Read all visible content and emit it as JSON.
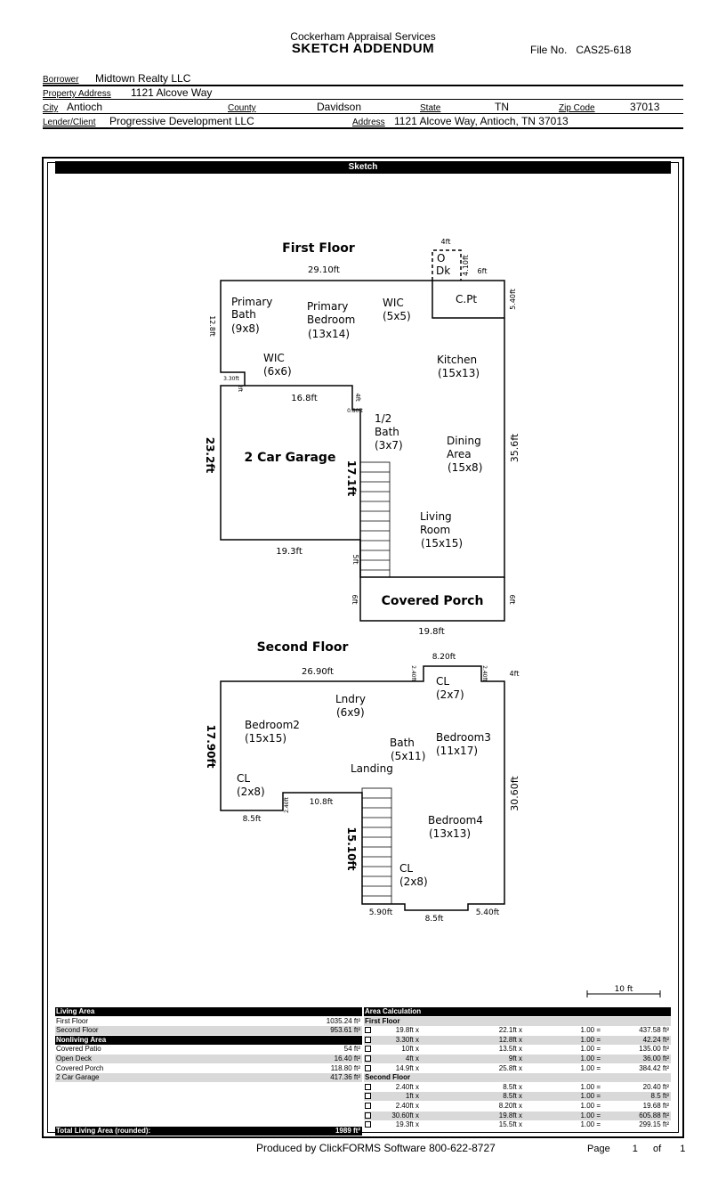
{
  "header": {
    "company": "Cockerham Appraisal Services",
    "title": "SKETCH ADDENDUM",
    "file_label": "File No.",
    "file_no": "CAS25-618"
  },
  "info": {
    "borrower_label": "Borrower",
    "borrower": "Midtown Realty LLC",
    "property_label": "Property Address",
    "property": "1121 Alcove Way",
    "city_label": "City",
    "city": "Antioch",
    "county_label": "County",
    "county": "Davidson",
    "state_label": "State",
    "state": "TN",
    "zip_label": "Zip Code",
    "zip": "37013",
    "lender_label": "Lender/Client",
    "lender": "Progressive Development LLC",
    "address_label": "Address",
    "address": "1121 Alcove Way, Antioch, TN 37013"
  },
  "sketch": {
    "bar_title": "Sketch",
    "first_floor_title": "First Floor",
    "second_floor_title": "Second Floor",
    "scale_label": "10 ft",
    "first_rooms": {
      "primary_bath": [
        "Primary",
        "Bath",
        "(9x8)"
      ],
      "primary_bedroom": [
        "Primary",
        "Bedroom",
        "(13x14)"
      ],
      "wic1": [
        "WIC",
        "(5x5)"
      ],
      "cpt": "C.Pt",
      "kitchen": [
        "Kitchen",
        "(15x13)"
      ],
      "wic2": [
        "WIC",
        "(6x6)"
      ],
      "half_bath": [
        "1/2",
        "Bath",
        "(3x7)"
      ],
      "dining": [
        "Dining",
        "Area",
        "(15x8)"
      ],
      "garage": "2 Car Garage",
      "living": [
        "Living",
        "Room",
        "(15x15)"
      ],
      "porch": "Covered Porch",
      "deck": [
        "O",
        "Dk"
      ]
    },
    "first_dims": {
      "top": "29.10ft",
      "deck_w": "4ft",
      "deck_h": "4.10ft",
      "cpt_w": "6ft",
      "cpt_h": "5.40ft",
      "left_upper": "12.8ft",
      "notch_w": "3.30ft",
      "notch_h": "2ft",
      "garage_top": "16.8ft",
      "step_h": "4ft",
      "step_w": "0.80ft",
      "left_garage": "23.2ft",
      "stair": "17.1ft",
      "right": "35.6ft",
      "garage_bottom": "19.3ft",
      "stair_low": "5ft",
      "porch_left": "6ft",
      "porch_right": "6ft",
      "porch_bottom": "19.8ft"
    },
    "second_rooms": {
      "lndry": [
        "Lndry",
        "(6x9)"
      ],
      "cl_top": [
        "CL",
        "(2x7)"
      ],
      "bedroom2": [
        "Bedroom2",
        "(15x15)"
      ],
      "bath": [
        "Bath",
        "(5x11)"
      ],
      "bedroom3": [
        "Bedroom3",
        "(11x17)"
      ],
      "landing": "Landing",
      "cl_left": [
        "CL",
        "(2x8)"
      ],
      "bedroom4": [
        "Bedroom4",
        "(13x13)"
      ],
      "cl_bottom": [
        "CL",
        "(2x8)"
      ]
    },
    "second_dims": {
      "top": "26.90ft",
      "bump_w": "8.20ft",
      "bump_l": "2.40ft",
      "bump_r": "2.40ft",
      "bump_r2": "4ft",
      "left": "17.90ft",
      "right": "30.60ft",
      "step_w": "8.5ft",
      "step_h": "2.40ft",
      "step_top": "10.8ft",
      "stair": "15.10ft",
      "bot_left": "5.90ft",
      "bot_mid": "8.5ft",
      "bot_right": "5.40ft"
    }
  },
  "area_table": {
    "living_header": "Living Area",
    "calc_header": "Area Calculation",
    "left_rows": [
      {
        "label": "First Floor",
        "value": "1035.24 ft²",
        "style": "plain"
      },
      {
        "label": "Second Floor",
        "value": "953.61 ft²",
        "style": "gray"
      },
      {
        "label": "Nonliving Area",
        "value": "",
        "style": "black"
      },
      {
        "label": "Covered Patio",
        "value": "54 ft²",
        "style": "plain"
      },
      {
        "label": "Open Deck",
        "value": "16.40 ft²",
        "style": "gray"
      },
      {
        "label": "Covered Porch",
        "value": "118.80 ft²",
        "style": "plain"
      },
      {
        "label": "2 Car Garage",
        "value": "417.36 ft²",
        "style": "gray"
      }
    ],
    "total_label": "Total Living Area (rounded):",
    "total_value": "1989 ft²",
    "calc_rows": [
      {
        "type": "section",
        "label": "First Floor"
      },
      {
        "type": "row",
        "a": "19.8ft x",
        "b": "22.1ft x",
        "c": "1.00 =",
        "d": "437.58 ft²",
        "style": "plain"
      },
      {
        "type": "row",
        "a": "3.30ft x",
        "b": "12.8ft x",
        "c": "1.00 =",
        "d": "42.24 ft²",
        "style": "gray"
      },
      {
        "type": "row",
        "a": "10ft x",
        "b": "13.5ft x",
        "c": "1.00 =",
        "d": "135.00 ft²",
        "style": "plain"
      },
      {
        "type": "row",
        "a": "4ft x",
        "b": "9ft x",
        "c": "1.00 =",
        "d": "36.00 ft²",
        "style": "gray"
      },
      {
        "type": "row",
        "a": "14.9ft x",
        "b": "25.8ft x",
        "c": "1.00 =",
        "d": "384.42 ft²",
        "style": "plain"
      },
      {
        "type": "section",
        "label": "Second Floor"
      },
      {
        "type": "row",
        "a": "2.40ft x",
        "b": "8.5ft x",
        "c": "1.00 =",
        "d": "20.40 ft²",
        "style": "plain"
      },
      {
        "type": "row",
        "a": "1ft x",
        "b": "8.5ft x",
        "c": "1.00 =",
        "d": "8.5 ft²",
        "style": "gray"
      },
      {
        "type": "row",
        "a": "2.40ft x",
        "b": "8.20ft x",
        "c": "1.00 =",
        "d": "19.68 ft²",
        "style": "plain"
      },
      {
        "type": "row",
        "a": "30.60ft x",
        "b": "19.8ft x",
        "c": "1.00 =",
        "d": "605.88 ft²",
        "style": "gray"
      },
      {
        "type": "row",
        "a": "19.3ft x",
        "b": "15.5ft x",
        "c": "1.00 =",
        "d": "299.15 ft²",
        "style": "plain"
      }
    ]
  },
  "footer": {
    "produced": "Produced by ClickFORMS Software 800-622-8727",
    "page_label": "Page",
    "page": "1",
    "of_label": "of",
    "pages": "1"
  }
}
